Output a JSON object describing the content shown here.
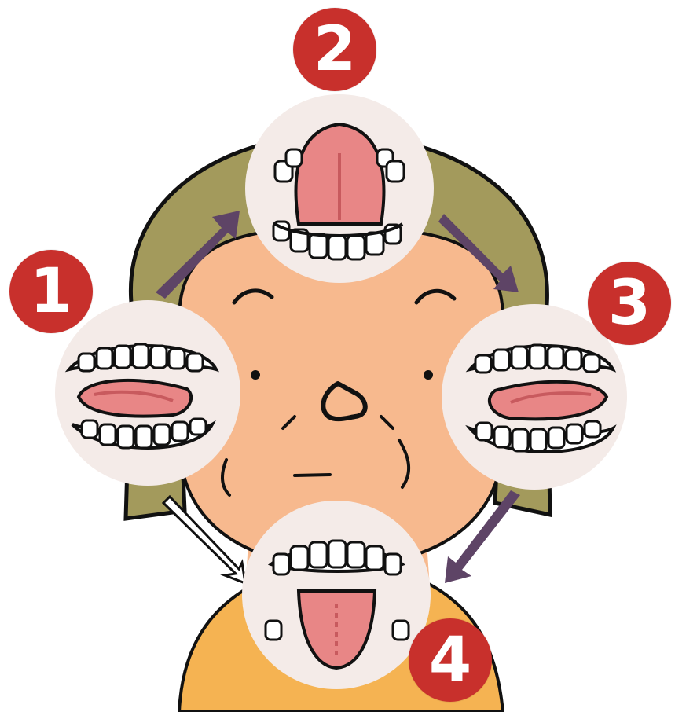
{
  "colors": {
    "badge_red": "#c8302c",
    "badge_text": "#ffffff",
    "skin": "#f7b98e",
    "hair": "#a39a5c",
    "shirt": "#f5b352",
    "arrow": "#5e4466",
    "bubble": "#f4ebe8",
    "tongue": "#e88686",
    "tongue_dark": "#c85a5e",
    "teeth": "#ffffff",
    "outline": "#111111"
  },
  "steps": [
    {
      "number": "1",
      "tongue": "left"
    },
    {
      "number": "2",
      "tongue": "up"
    },
    {
      "number": "3",
      "tongue": "right"
    },
    {
      "number": "4",
      "tongue": "down"
    }
  ],
  "icons": {
    "face": "face-icon",
    "mouth": "mouth-icon",
    "arrow": "arrow-icon"
  }
}
